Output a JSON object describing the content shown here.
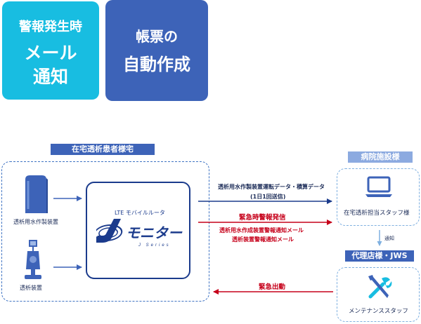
{
  "tiles": [
    {
      "lines": [
        "警報発生時",
        "メール",
        "通知"
      ],
      "color": "#18bde1"
    },
    {
      "lines": [
        "帳票の",
        "自動作成"
      ],
      "color": "#3d63b8"
    }
  ],
  "home": {
    "title": "在宅透析患者様宅",
    "device1_label": "透析用水作製装置",
    "device2_label": "透析装置"
  },
  "monitor": {
    "caption": "LTE モバイルルータ",
    "logo_j": "J",
    "logo_text": "モニター",
    "logo_sub": "J Series"
  },
  "hospital": {
    "title": "病院施設様",
    "staff_label": "在宅透析担当スタッフ様"
  },
  "notify_label": "通知",
  "dealer": {
    "title": "代理店様・JWS",
    "staff_label": "メンテナンススタッフ"
  },
  "flows": {
    "data_line": "透析用水作製装置運転データ・積算データ",
    "data_freq": "(1日1回送信)",
    "alarm_title": "緊急時警報発信",
    "alarm_line1": "透析用水作成装置警報通知メール",
    "alarm_line2": "透析装置警報通知メール",
    "dispatch": "緊急出動"
  },
  "colors": {
    "primary": "#3d63b8",
    "cyan": "#18bde1",
    "navy": "#1b3b8c",
    "red": "#c6001a",
    "light_blue": "#8caae0"
  }
}
